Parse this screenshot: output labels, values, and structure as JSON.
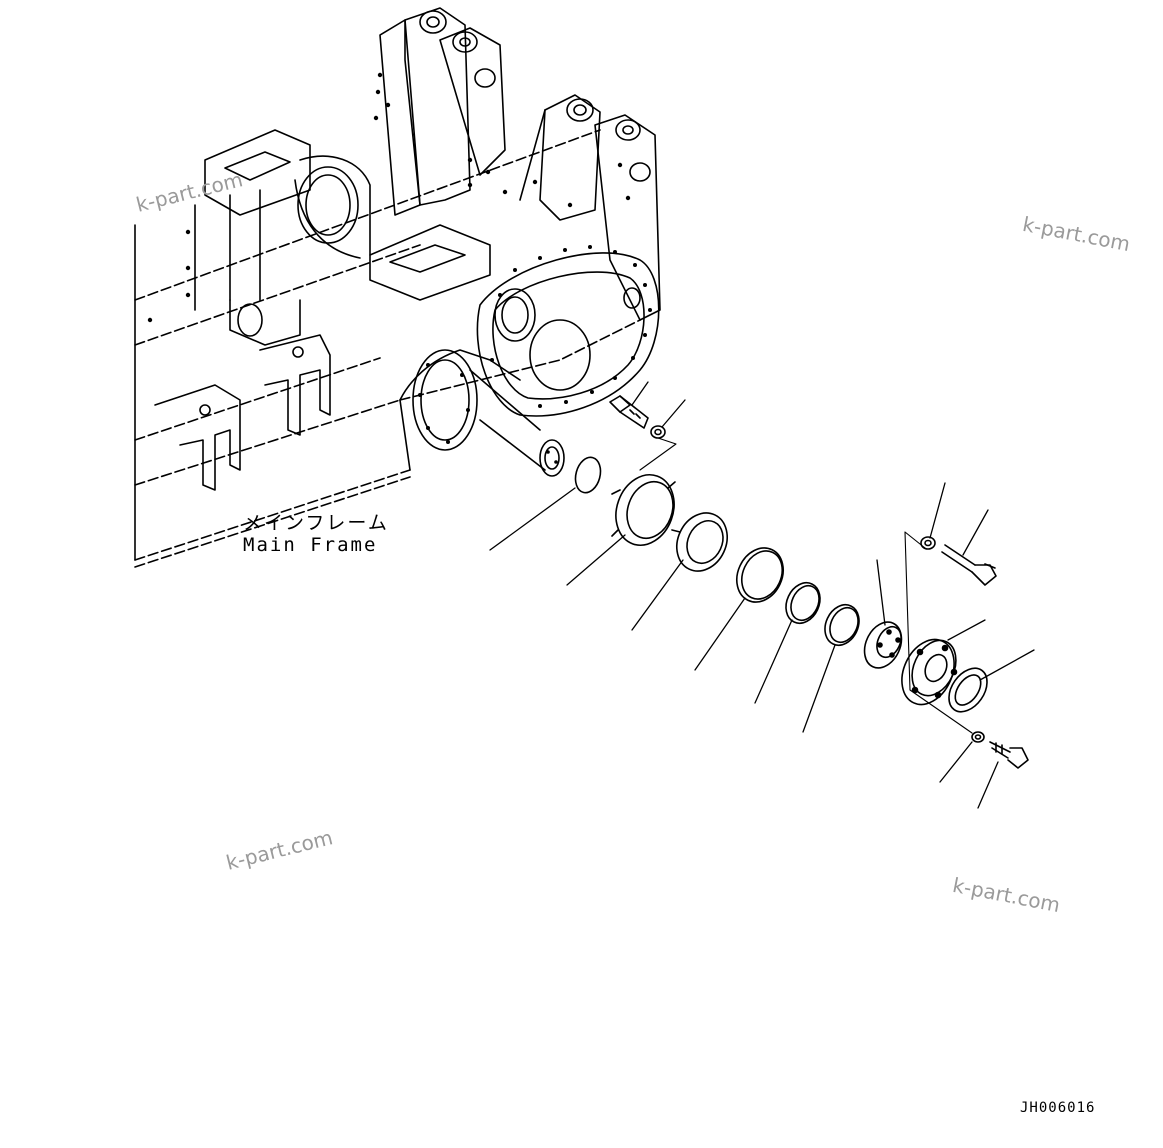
{
  "diagram": {
    "label_jp": "メインフレーム",
    "label_en": "Main Frame",
    "drawing_code": "JH006016",
    "watermarks": [
      "k-part.com",
      "k-part.com",
      "k-part.com",
      "k-part.com"
    ]
  },
  "colors": {
    "line": "#000000",
    "watermark": "#9a9a9a",
    "background": "#ffffff"
  }
}
